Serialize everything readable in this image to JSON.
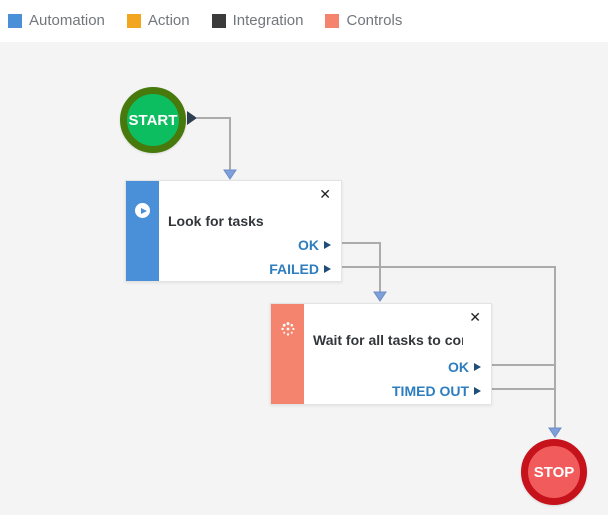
{
  "legend": {
    "items": [
      {
        "label": "Automation",
        "color": "#4A90D9"
      },
      {
        "label": "Action",
        "color": "#F2A51F"
      },
      {
        "label": "Integration",
        "color": "#3B3B3B"
      },
      {
        "label": "Controls",
        "color": "#F4846E"
      }
    ]
  },
  "canvas": {
    "start_node": {
      "label": "START",
      "fill": "#0CBE5F",
      "border_color": "#47790D"
    },
    "stop_node": {
      "label": "STOP",
      "fill": "#F15B5B",
      "border_color": "#C6121B"
    },
    "nodes": [
      {
        "title": "Look for tasks",
        "category": "Automation",
        "accent_color": "#4A90D9",
        "icon": "play-circle-icon",
        "close_icon": "✕",
        "outputs": [
          {
            "label": "OK"
          },
          {
            "label": "FAILED"
          }
        ]
      },
      {
        "title": "Wait for all tasks to compl...",
        "category": "Controls",
        "accent_color": "#F4846E",
        "icon": "spinner-icon",
        "close_icon": "✕",
        "outputs": [
          {
            "label": "OK"
          },
          {
            "label": "TIMED OUT"
          }
        ]
      }
    ],
    "colors": {
      "wire": "#ABABAB",
      "arrowhead": "#7F9FD8",
      "port": "#1F4E79",
      "output_text": "#2D7DBF"
    }
  }
}
